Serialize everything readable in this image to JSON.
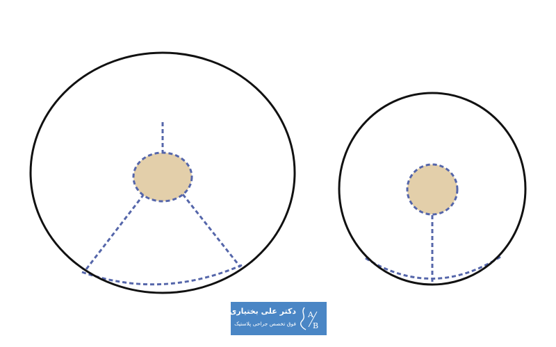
{
  "colors": {
    "outline": "#111111",
    "dashed": "#5566aa",
    "fill": "#e3cfaa",
    "logo_bg": "#4a86c5"
  },
  "logo": {
    "name": "دکتر علی بختیاری",
    "subtitle": "فوق تخصص جراحی پلاستیک",
    "monogram": "A/B"
  }
}
